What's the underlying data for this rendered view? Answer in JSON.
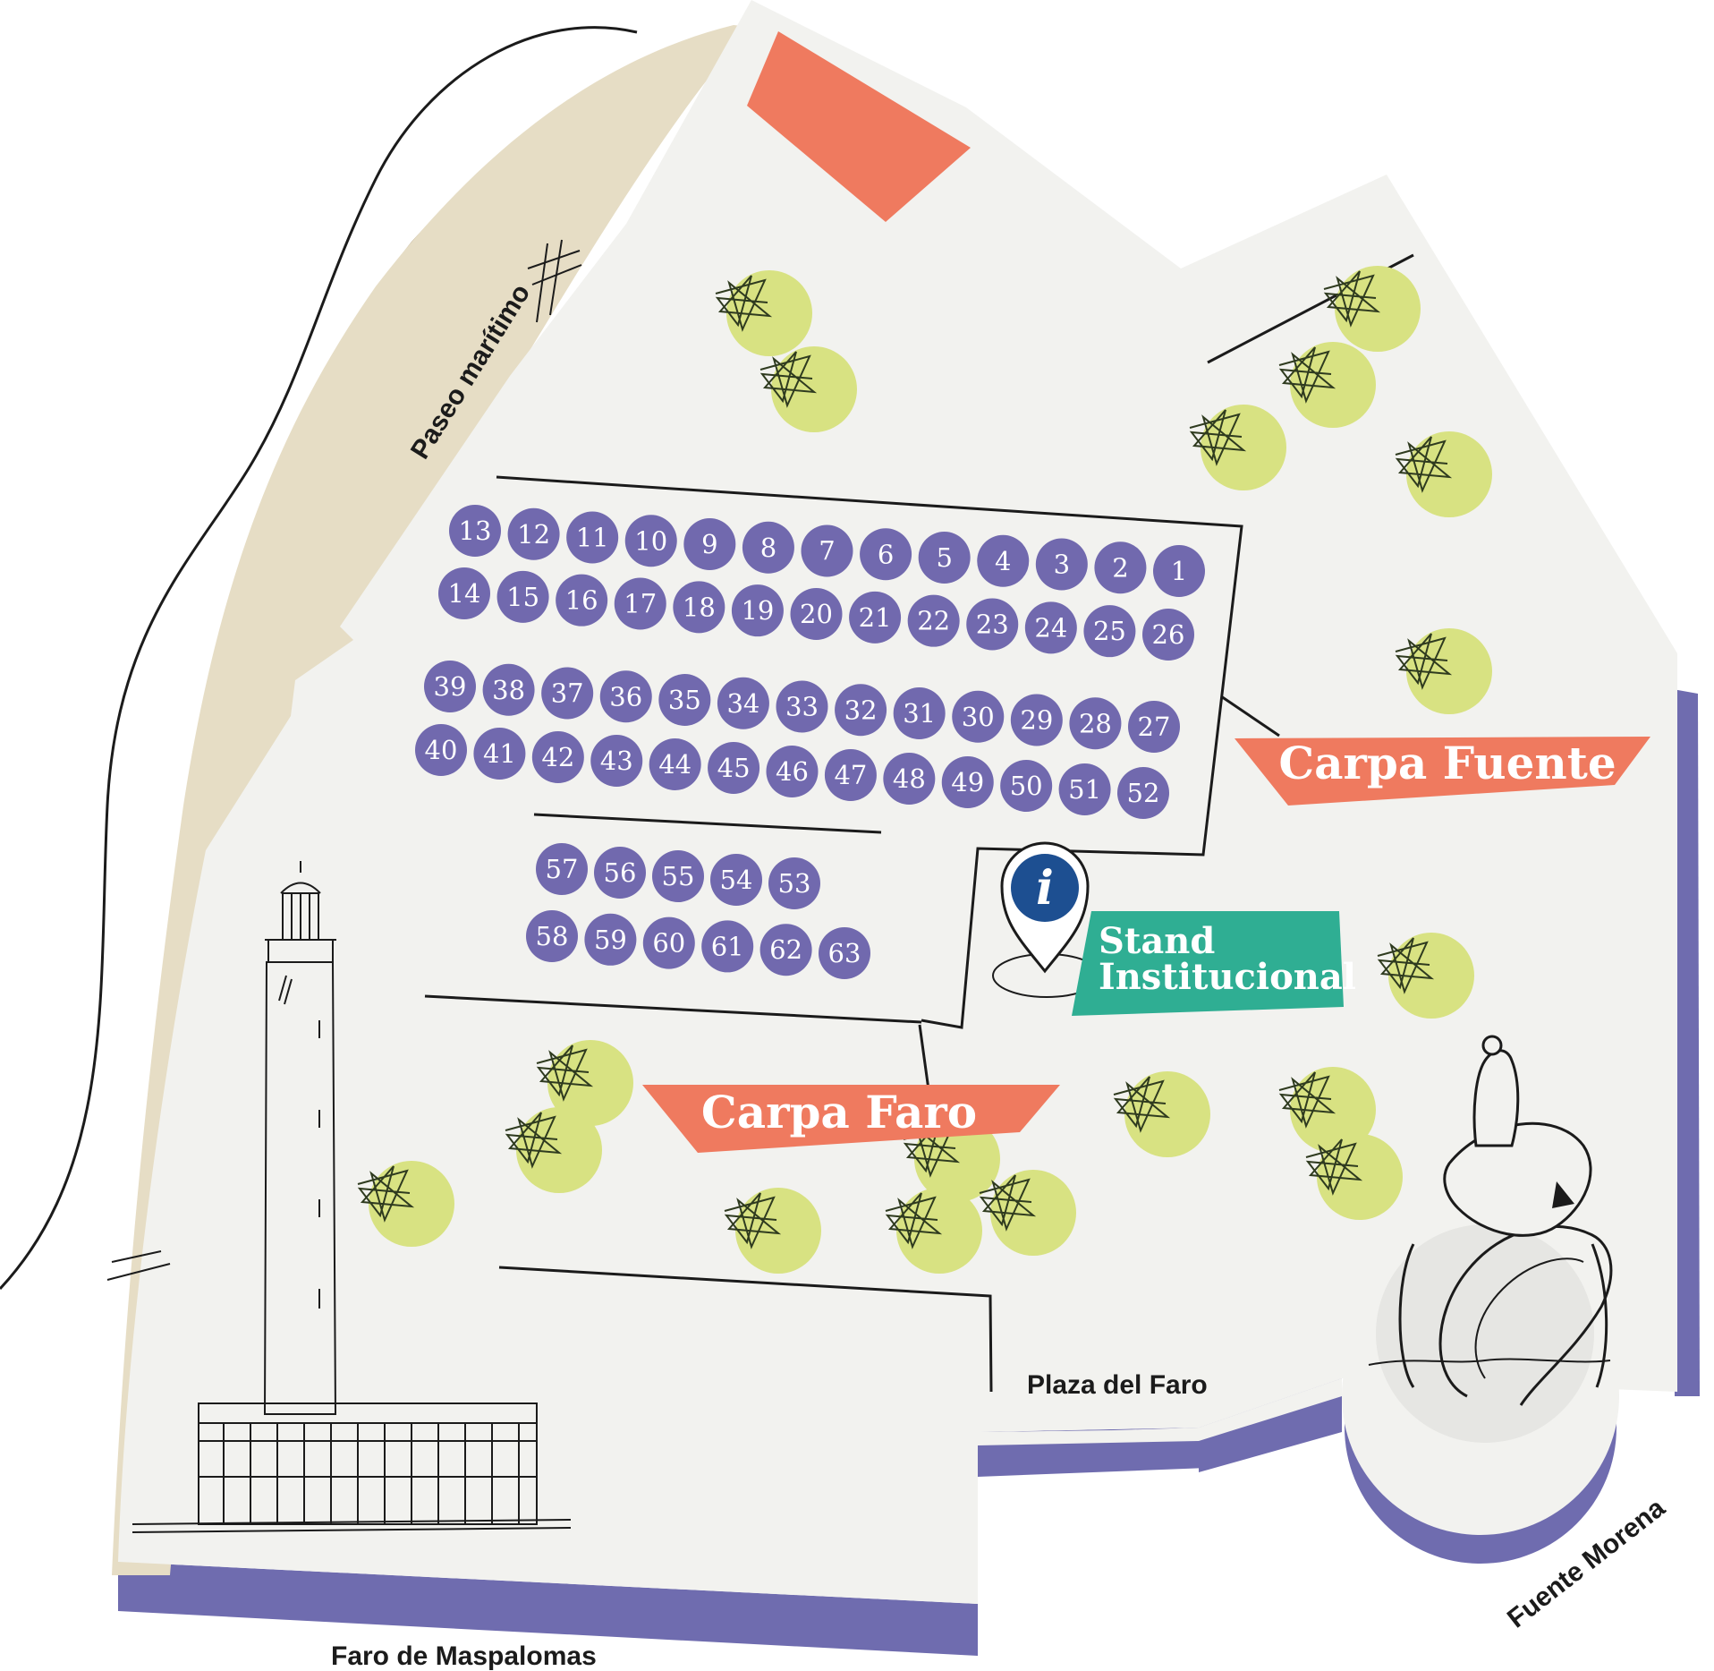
{
  "labels": {
    "paseo": "Paseo marítimo",
    "plaza": "Plaza del Faro",
    "faro": "Faro de Maspalomas",
    "fuente_morena": "Fuente Morena"
  },
  "tents": {
    "fuente": "Carpa Fuente",
    "faro": "Carpa Faro"
  },
  "info_stand": {
    "line1": "Stand",
    "line2": "Institucional",
    "icon": "info-pin-icon"
  },
  "colors": {
    "ground": "#f2f2ef",
    "edge": "#6f6caf",
    "sand_light": "#e6ddc5",
    "sand_dark": "#b8a98a",
    "stage_block": "#ef7a5f",
    "stand": "#7169ae",
    "tent_label": "#ef7a5f",
    "info_label": "#2fae93",
    "info_pin": "#1d4f91",
    "tree": "#d8e282"
  },
  "stands": [
    {
      "n": "1"
    },
    {
      "n": "2"
    },
    {
      "n": "3"
    },
    {
      "n": "4"
    },
    {
      "n": "5"
    },
    {
      "n": "6"
    },
    {
      "n": "7"
    },
    {
      "n": "8"
    },
    {
      "n": "9"
    },
    {
      "n": "10"
    },
    {
      "n": "11"
    },
    {
      "n": "12"
    },
    {
      "n": "13"
    },
    {
      "n": "14"
    },
    {
      "n": "15"
    },
    {
      "n": "16"
    },
    {
      "n": "17"
    },
    {
      "n": "18"
    },
    {
      "n": "19"
    },
    {
      "n": "20"
    },
    {
      "n": "21"
    },
    {
      "n": "22"
    },
    {
      "n": "23"
    },
    {
      "n": "24"
    },
    {
      "n": "25"
    },
    {
      "n": "26"
    },
    {
      "n": "27"
    },
    {
      "n": "28"
    },
    {
      "n": "29"
    },
    {
      "n": "30"
    },
    {
      "n": "31"
    },
    {
      "n": "32"
    },
    {
      "n": "33"
    },
    {
      "n": "34"
    },
    {
      "n": "35"
    },
    {
      "n": "36"
    },
    {
      "n": "37"
    },
    {
      "n": "38"
    },
    {
      "n": "39"
    },
    {
      "n": "40"
    },
    {
      "n": "41"
    },
    {
      "n": "42"
    },
    {
      "n": "43"
    },
    {
      "n": "44"
    },
    {
      "n": "45"
    },
    {
      "n": "46"
    },
    {
      "n": "47"
    },
    {
      "n": "48"
    },
    {
      "n": "49"
    },
    {
      "n": "50"
    },
    {
      "n": "51"
    },
    {
      "n": "52"
    },
    {
      "n": "53"
    },
    {
      "n": "54"
    },
    {
      "n": "55"
    },
    {
      "n": "56"
    },
    {
      "n": "57"
    },
    {
      "n": "58"
    },
    {
      "n": "59"
    },
    {
      "n": "60"
    },
    {
      "n": "61"
    },
    {
      "n": "62"
    },
    {
      "n": "63"
    }
  ]
}
